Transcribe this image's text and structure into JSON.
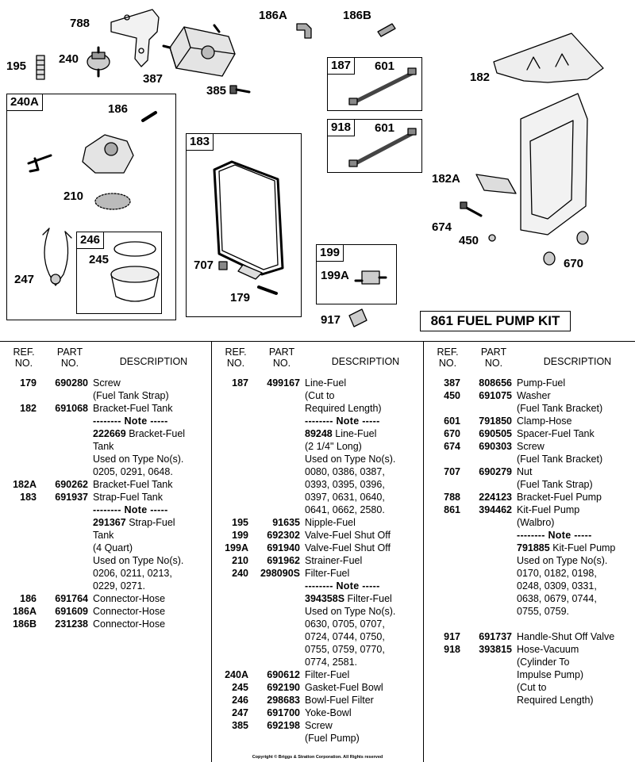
{
  "diagram": {
    "labels": {
      "l788": "788",
      "l195": "195",
      "l240": "240",
      "l387": "387",
      "l385": "385",
      "l186A": "186A",
      "l186B": "186B",
      "l187": "187",
      "l601a": "601",
      "l918": "918",
      "l601b": "601",
      "l182": "182",
      "l182A": "182A",
      "l674": "674",
      "l450": "450",
      "l670": "670",
      "l240A": "240A",
      "l186": "186",
      "l210": "210",
      "l246": "246",
      "l245": "245",
      "l247": "247",
      "l183": "183",
      "l707": "707",
      "l179": "179",
      "l199": "199",
      "l199A": "199A",
      "l917": "917"
    },
    "kit_title": "861 FUEL PUMP KIT"
  },
  "table": {
    "headers": {
      "ref": "REF.\nNO.",
      "part": "PART\nNO.",
      "desc": "DESCRIPTION"
    },
    "columns": [
      [
        {
          "ref": "179",
          "part": "690280",
          "desc": "Screw"
        },
        {
          "desc": "(Fuel Tank Strap)"
        },
        {
          "ref": "182",
          "part": "691068",
          "desc": "Bracket-Fuel Tank"
        },
        {
          "note": "-------- Note -----"
        },
        {
          "boldpart": "222669",
          "desc": " Bracket-Fuel"
        },
        {
          "desc": "Tank"
        },
        {
          "desc": "Used on Type No(s)."
        },
        {
          "desc": "0205, 0291, 0648."
        },
        {
          "ref": "182A",
          "part": "690262",
          "desc": "Bracket-Fuel Tank"
        },
        {
          "ref": "183",
          "part": "691937",
          "desc": "Strap-Fuel Tank"
        },
        {
          "note": "-------- Note -----"
        },
        {
          "boldpart": "291367",
          "desc": " Strap-Fuel"
        },
        {
          "desc": "Tank"
        },
        {
          "desc": "(4 Quart)"
        },
        {
          "desc": "Used on Type No(s)."
        },
        {
          "desc": "0206, 0211, 0213,"
        },
        {
          "desc": "0229, 0271."
        },
        {
          "ref": "186",
          "part": "691764",
          "desc": "Connector-Hose"
        },
        {
          "ref": "186A",
          "part": "691609",
          "desc": "Connector-Hose"
        },
        {
          "ref": "186B",
          "part": "231238",
          "desc": "Connector-Hose"
        }
      ],
      [
        {
          "ref": "187",
          "part": "499167",
          "desc": "Line-Fuel"
        },
        {
          "desc": "(Cut to"
        },
        {
          "desc": "Required Length)"
        },
        {
          "note": "-------- Note -----"
        },
        {
          "boldpart": "89248",
          "desc": " Line-Fuel"
        },
        {
          "desc": "(2 1/4\" Long)"
        },
        {
          "desc": "Used on Type No(s)."
        },
        {
          "desc": "0080, 0386, 0387,"
        },
        {
          "desc": "0393, 0395, 0396,"
        },
        {
          "desc": "0397, 0631, 0640,"
        },
        {
          "desc": "0641, 0662, 2580."
        },
        {
          "ref": "195",
          "part": "91635",
          "desc": "Nipple-Fuel"
        },
        {
          "ref": "199",
          "part": "692302",
          "desc": "Valve-Fuel Shut Off"
        },
        {
          "ref": "199A",
          "part": "691940",
          "desc": "Valve-Fuel Shut Off"
        },
        {
          "ref": "210",
          "part": "691962",
          "desc": "Strainer-Fuel"
        },
        {
          "ref": "240",
          "part": "298090S",
          "desc": "Filter-Fuel"
        },
        {
          "note": "-------- Note -----"
        },
        {
          "boldpart": "394358S",
          "desc": " Filter-Fuel"
        },
        {
          "desc": "Used on Type No(s)."
        },
        {
          "desc": "0630, 0705, 0707,"
        },
        {
          "desc": "0724, 0744, 0750,"
        },
        {
          "desc": "0755, 0759, 0770,"
        },
        {
          "desc": "0774, 2581."
        },
        {
          "ref": "240A",
          "part": "690612",
          "desc": "Filter-Fuel"
        },
        {
          "ref": "245",
          "part": "692190",
          "desc": "Gasket-Fuel Bowl"
        },
        {
          "ref": "246",
          "part": "298683",
          "desc": "Bowl-Fuel Filter"
        },
        {
          "ref": "247",
          "part": "691700",
          "desc": "Yoke-Bowl"
        },
        {
          "ref": "385",
          "part": "692198",
          "desc": "Screw"
        },
        {
          "desc": "(Fuel Pump)"
        }
      ],
      [
        {
          "ref": "387",
          "part": "808656",
          "desc": "Pump-Fuel"
        },
        {
          "ref": "450",
          "part": "691075",
          "desc": "Washer"
        },
        {
          "desc": "(Fuel Tank Bracket)"
        },
        {
          "ref": "601",
          "part": "791850",
          "desc": "Clamp-Hose"
        },
        {
          "ref": "670",
          "part": "690505",
          "desc": "Spacer-Fuel Tank"
        },
        {
          "ref": "674",
          "part": "690303",
          "desc": "Screw"
        },
        {
          "desc": "(Fuel Tank Bracket)"
        },
        {
          "ref": "707",
          "part": "690279",
          "desc": "Nut"
        },
        {
          "desc": "(Fuel Tank Strap)"
        },
        {
          "ref": "788",
          "part": "224123",
          "desc": "Bracket-Fuel Pump"
        },
        {
          "ref": "861",
          "part": "394462",
          "desc": "Kit-Fuel Pump"
        },
        {
          "desc": "(Walbro)"
        },
        {
          "note": "-------- Note -----"
        },
        {
          "boldpart": "791885",
          "desc": " Kit-Fuel Pump"
        },
        {
          "desc": "Used on Type No(s)."
        },
        {
          "desc": "0170, 0182, 0198,"
        },
        {
          "desc": "0248, 0309, 0331,"
        },
        {
          "desc": "0638, 0679, 0744,"
        },
        {
          "desc": "0755, 0759."
        },
        {
          "desc": ""
        },
        {
          "ref": "917",
          "part": "691737",
          "desc": "Handle-Shut Off Valve"
        },
        {
          "ref": "918",
          "part": "393815",
          "desc": "Hose-Vacuum"
        },
        {
          "desc": "(Cylinder To"
        },
        {
          "desc": "Impulse Pump)"
        },
        {
          "desc": "(Cut to"
        },
        {
          "desc": "Required Length)"
        }
      ]
    ]
  },
  "copyright": "Copyright © Briggs & Stratton Corporation. All Rights reserved"
}
